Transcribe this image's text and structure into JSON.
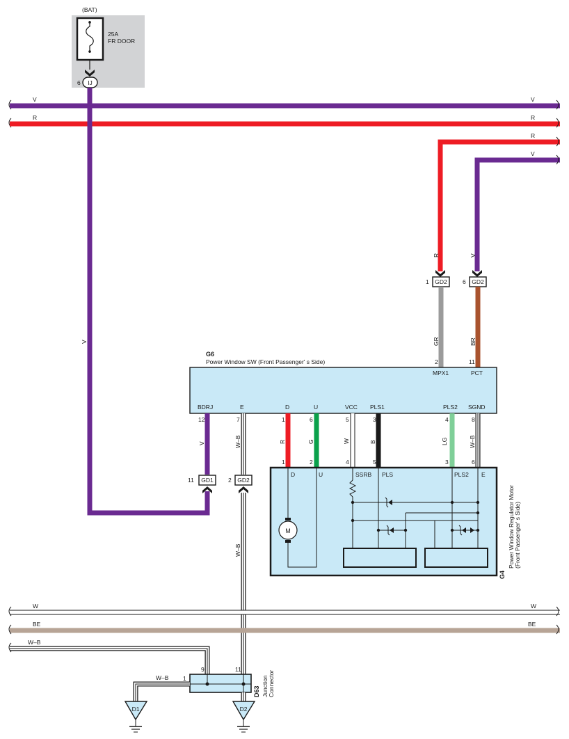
{
  "colors": {
    "V": "#6a2a91",
    "R": "#ee1c24",
    "GR": "#9b9b9b",
    "BR": "#a9532e",
    "G": "#0aa14b",
    "B": "#1a1a1a",
    "LG": "#7fcf98",
    "BE": "#b7a496",
    "W": "#ffffff",
    "module_fill": "#c9e9f7",
    "fuse_area": "#d2d3d5"
  },
  "fuse": {
    "source": "(BAT)",
    "rating": "25A",
    "name": "FR DOOR",
    "pin": "6",
    "connector": "IJ"
  },
  "buses": {
    "v_left": "V",
    "v_right": "V",
    "r_left": "R",
    "r_right": "R",
    "r2_right": "R",
    "v2_right": "V",
    "w_left": "W",
    "w_right": "W",
    "be_left": "BE",
    "be_right": "BE",
    "wb_left": "W–B"
  },
  "wires": {
    "v_long": "V",
    "r_gd2": "R",
    "v_gd2": "V",
    "gr": "GR",
    "br": "BR",
    "bdrj": "V",
    "e": "W–B",
    "d": "R",
    "u": "G",
    "vcc": "W",
    "pls1": "B",
    "pls2": "LG",
    "sgnd": "W–B",
    "e_down": "W–B",
    "d63_left": "W–B"
  },
  "connectors": {
    "gd2_a": {
      "pin": "1",
      "name": "GD2"
    },
    "gd2_b": {
      "pin": "6",
      "name": "GD2"
    },
    "gd1": {
      "pin": "11",
      "name": "GD1"
    },
    "gd2_c": {
      "pin": "2",
      "name": "GD2"
    }
  },
  "g6": {
    "code": "G6",
    "name": "Power Window SW (Front Passenger' s Side)",
    "top_pins": [
      {
        "num": "2",
        "name": "MPX1"
      },
      {
        "num": "11",
        "name": "PCT"
      }
    ],
    "bottom_pins": [
      {
        "num": "12",
        "name": "BDRJ"
      },
      {
        "num": "7",
        "name": "E"
      },
      {
        "num": "1",
        "name": "D"
      },
      {
        "num": "6",
        "name": "U"
      },
      {
        "num": "5",
        "name": "VCC"
      },
      {
        "num": "3",
        "name": "PLS1"
      },
      {
        "num": "4",
        "name": "PLS2"
      },
      {
        "num": "8",
        "name": "SGND"
      }
    ]
  },
  "g4": {
    "code": "G4",
    "name_line1": "Power Window Regulator Motor",
    "name_line2": "(Front Passenger' s Side)",
    "pins": [
      {
        "num": "1",
        "name": "D"
      },
      {
        "num": "2",
        "name": "U"
      },
      {
        "num": "4",
        "name": "SSRB"
      },
      {
        "num": "5",
        "name": "PLS"
      },
      {
        "num": "3",
        "name": "PLS2"
      },
      {
        "num": "6",
        "name": "E"
      }
    ],
    "motor": "M"
  },
  "d63": {
    "code": "D63",
    "name_line1": "Junction",
    "name_line2": "Connector",
    "pin_left": "1",
    "pin_9": "9",
    "pin_11": "11"
  },
  "grounds": {
    "d1": "D1",
    "d2": "D2"
  }
}
